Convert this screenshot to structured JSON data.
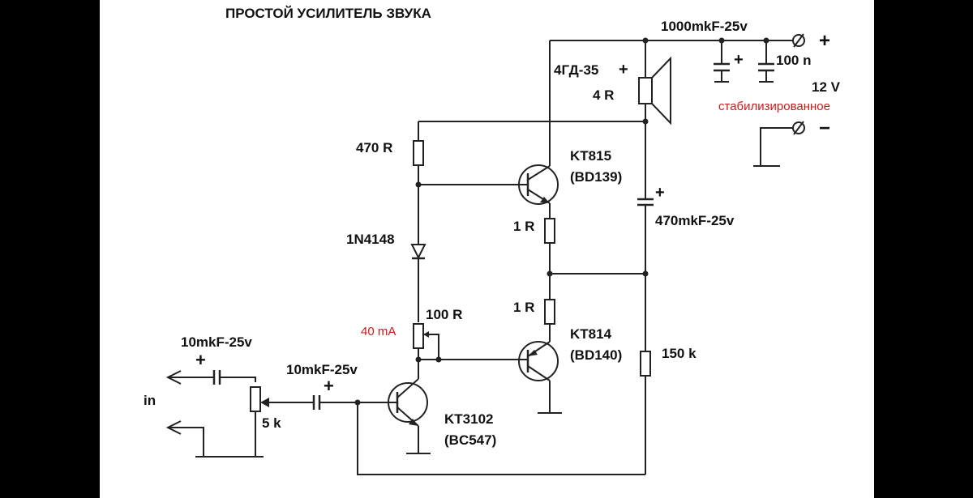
{
  "title": "ПРОСТОЙ УСИЛИТЕЛЬ ЗВУКА",
  "labels": {
    "c_supply": "1000mkF-25v",
    "c_100n": "100 n",
    "speaker_model": "4ГД-35",
    "speaker_imp": "4 R",
    "supply_voltage": "12 V",
    "supply_note": "стабилизированное",
    "plus_sign": "+",
    "minus_sign": "−",
    "r_470": "470 R",
    "q_kt815": "KT815",
    "q_bd139": "(BD139)",
    "r_1r_top": "1 R",
    "c_470": "470mkF-25v",
    "diode": "1N4148",
    "r_1r_bot": "1 R",
    "q_kt814": "KT814",
    "q_bd140": "(BD140)",
    "r_100": "100 R",
    "current": "40 mA",
    "r_150k": "150 k",
    "c_in1": "10mkF-25v",
    "c_in2": "10mkF-25v",
    "in_label": "in",
    "pot_5k": "5 k",
    "q_kt3102": "KT3102",
    "q_bc547": "(BC547)"
  },
  "colors": {
    "speaker_model": "#b43fc0",
    "supply_voltage": "#cc1b1b",
    "supply_note": "#cc1b1b",
    "current": "#cc1b1b",
    "wire": "#222222",
    "sheet": "#ffffff",
    "frame": "#000000"
  }
}
